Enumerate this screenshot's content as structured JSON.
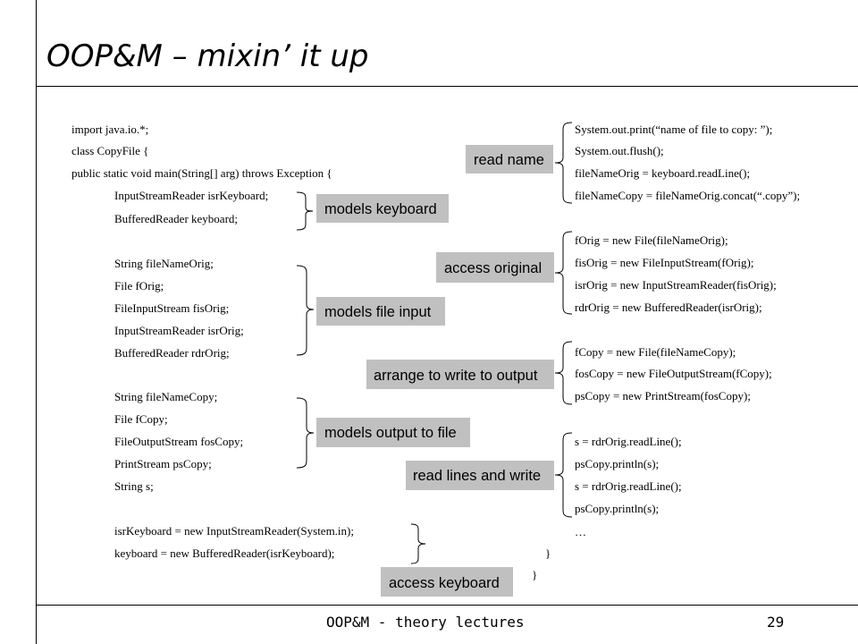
{
  "slide": {
    "title": "OOP&M – mixin’ it up",
    "footer_text": "OOP&M - theory lectures",
    "page_number": "29"
  },
  "left_code": [
    "import java.io.*;",
    "class CopyFile {",
    "public static void main(String[] arg) throws Exception {",
    "InputStreamReader  isrKeyboard;",
    "BufferedReader       keyboard;",
    "String     fileNameOrig;",
    "File        fOrig;",
    "FileInputStream        fisOrig;",
    "InputStreamReader  isrOrig;",
    "BufferedReader         rdrOrig;",
    "String     fileNameCopy;",
    "File        fCopy;",
    "FileOutputStream      fosCopy;",
    "PrintStream               psCopy;",
    "String s;",
    "isrKeyboard = new InputStreamReader(System.in);",
    "keyboard = new BufferedReader(isrKeyboard);"
  ],
  "right_code": [
    "System.out.print(“name of file to copy: ”);",
    "System.out.flush();",
    "fileNameOrig = keyboard.readLine();",
    "fileNameCopy = fileNameOrig.concat(“.copy”);",
    "fOrig = new File(fileNameOrig);",
    "fisOrig = new FileInputStream(fOrig);",
    "isrOrig = new InputStreamReader(fisOrig);",
    "rdrOrig = new BufferedReader(isrOrig);",
    "fCopy = new File(fileNameCopy);",
    "fosCopy = new FileOutputStream(fCopy);",
    "psCopy = new PrintStream(fosCopy);",
    "s = rdrOrig.readLine();",
    "psCopy.println(s);",
    "s = rdrOrig.readLine();",
    "psCopy.println(s);",
    "…"
  ],
  "closing_braces": [
    "}",
    "}"
  ],
  "labels": {
    "read_name": "read name",
    "models_keyboard": "models keyboard",
    "access_original": "access original",
    "models_file_input": "models file input",
    "arrange_write_output": "arrange to write to output",
    "models_output_file": "models output to file",
    "read_lines_write": "read lines and write",
    "access_keyboard": "access keyboard"
  },
  "colors": {
    "label_background": "#c0c0c0",
    "rule": "#000000"
  }
}
